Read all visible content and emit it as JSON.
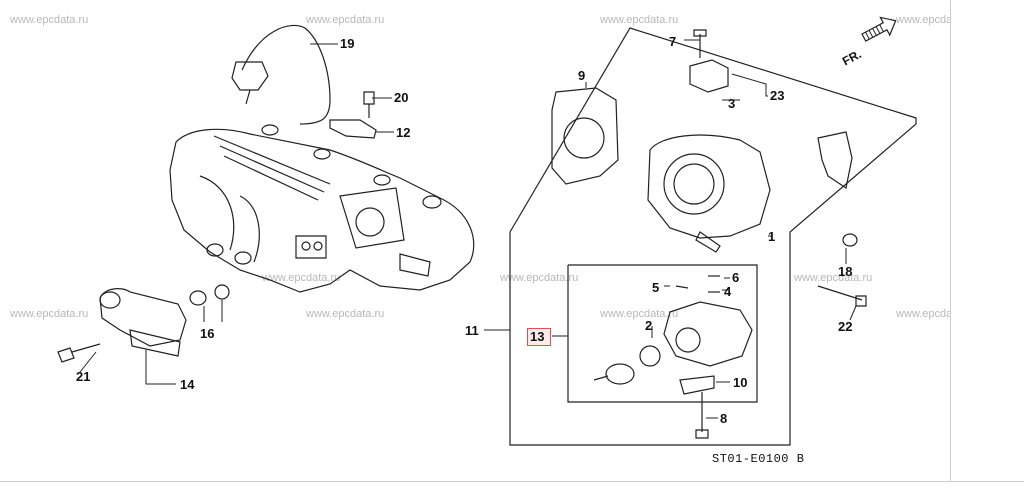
{
  "watermark": "www.epcdata.ru",
  "direction_label": "FR.",
  "diagram_code": "ST01-E0100 B",
  "callouts": {
    "n1": "1",
    "n2": "2",
    "n3": "3",
    "n4": "4",
    "n5": "5",
    "n6": "6",
    "n7": "7",
    "n8": "8",
    "n9": "9",
    "n10": "10",
    "n11": "11",
    "n12": "12",
    "n13": "13",
    "n14": "14",
    "n16": "16",
    "n18": "18",
    "n19": "19",
    "n20": "20",
    "n21": "21",
    "n22": "22",
    "n23": "23"
  },
  "highlight_color": "#e05050"
}
